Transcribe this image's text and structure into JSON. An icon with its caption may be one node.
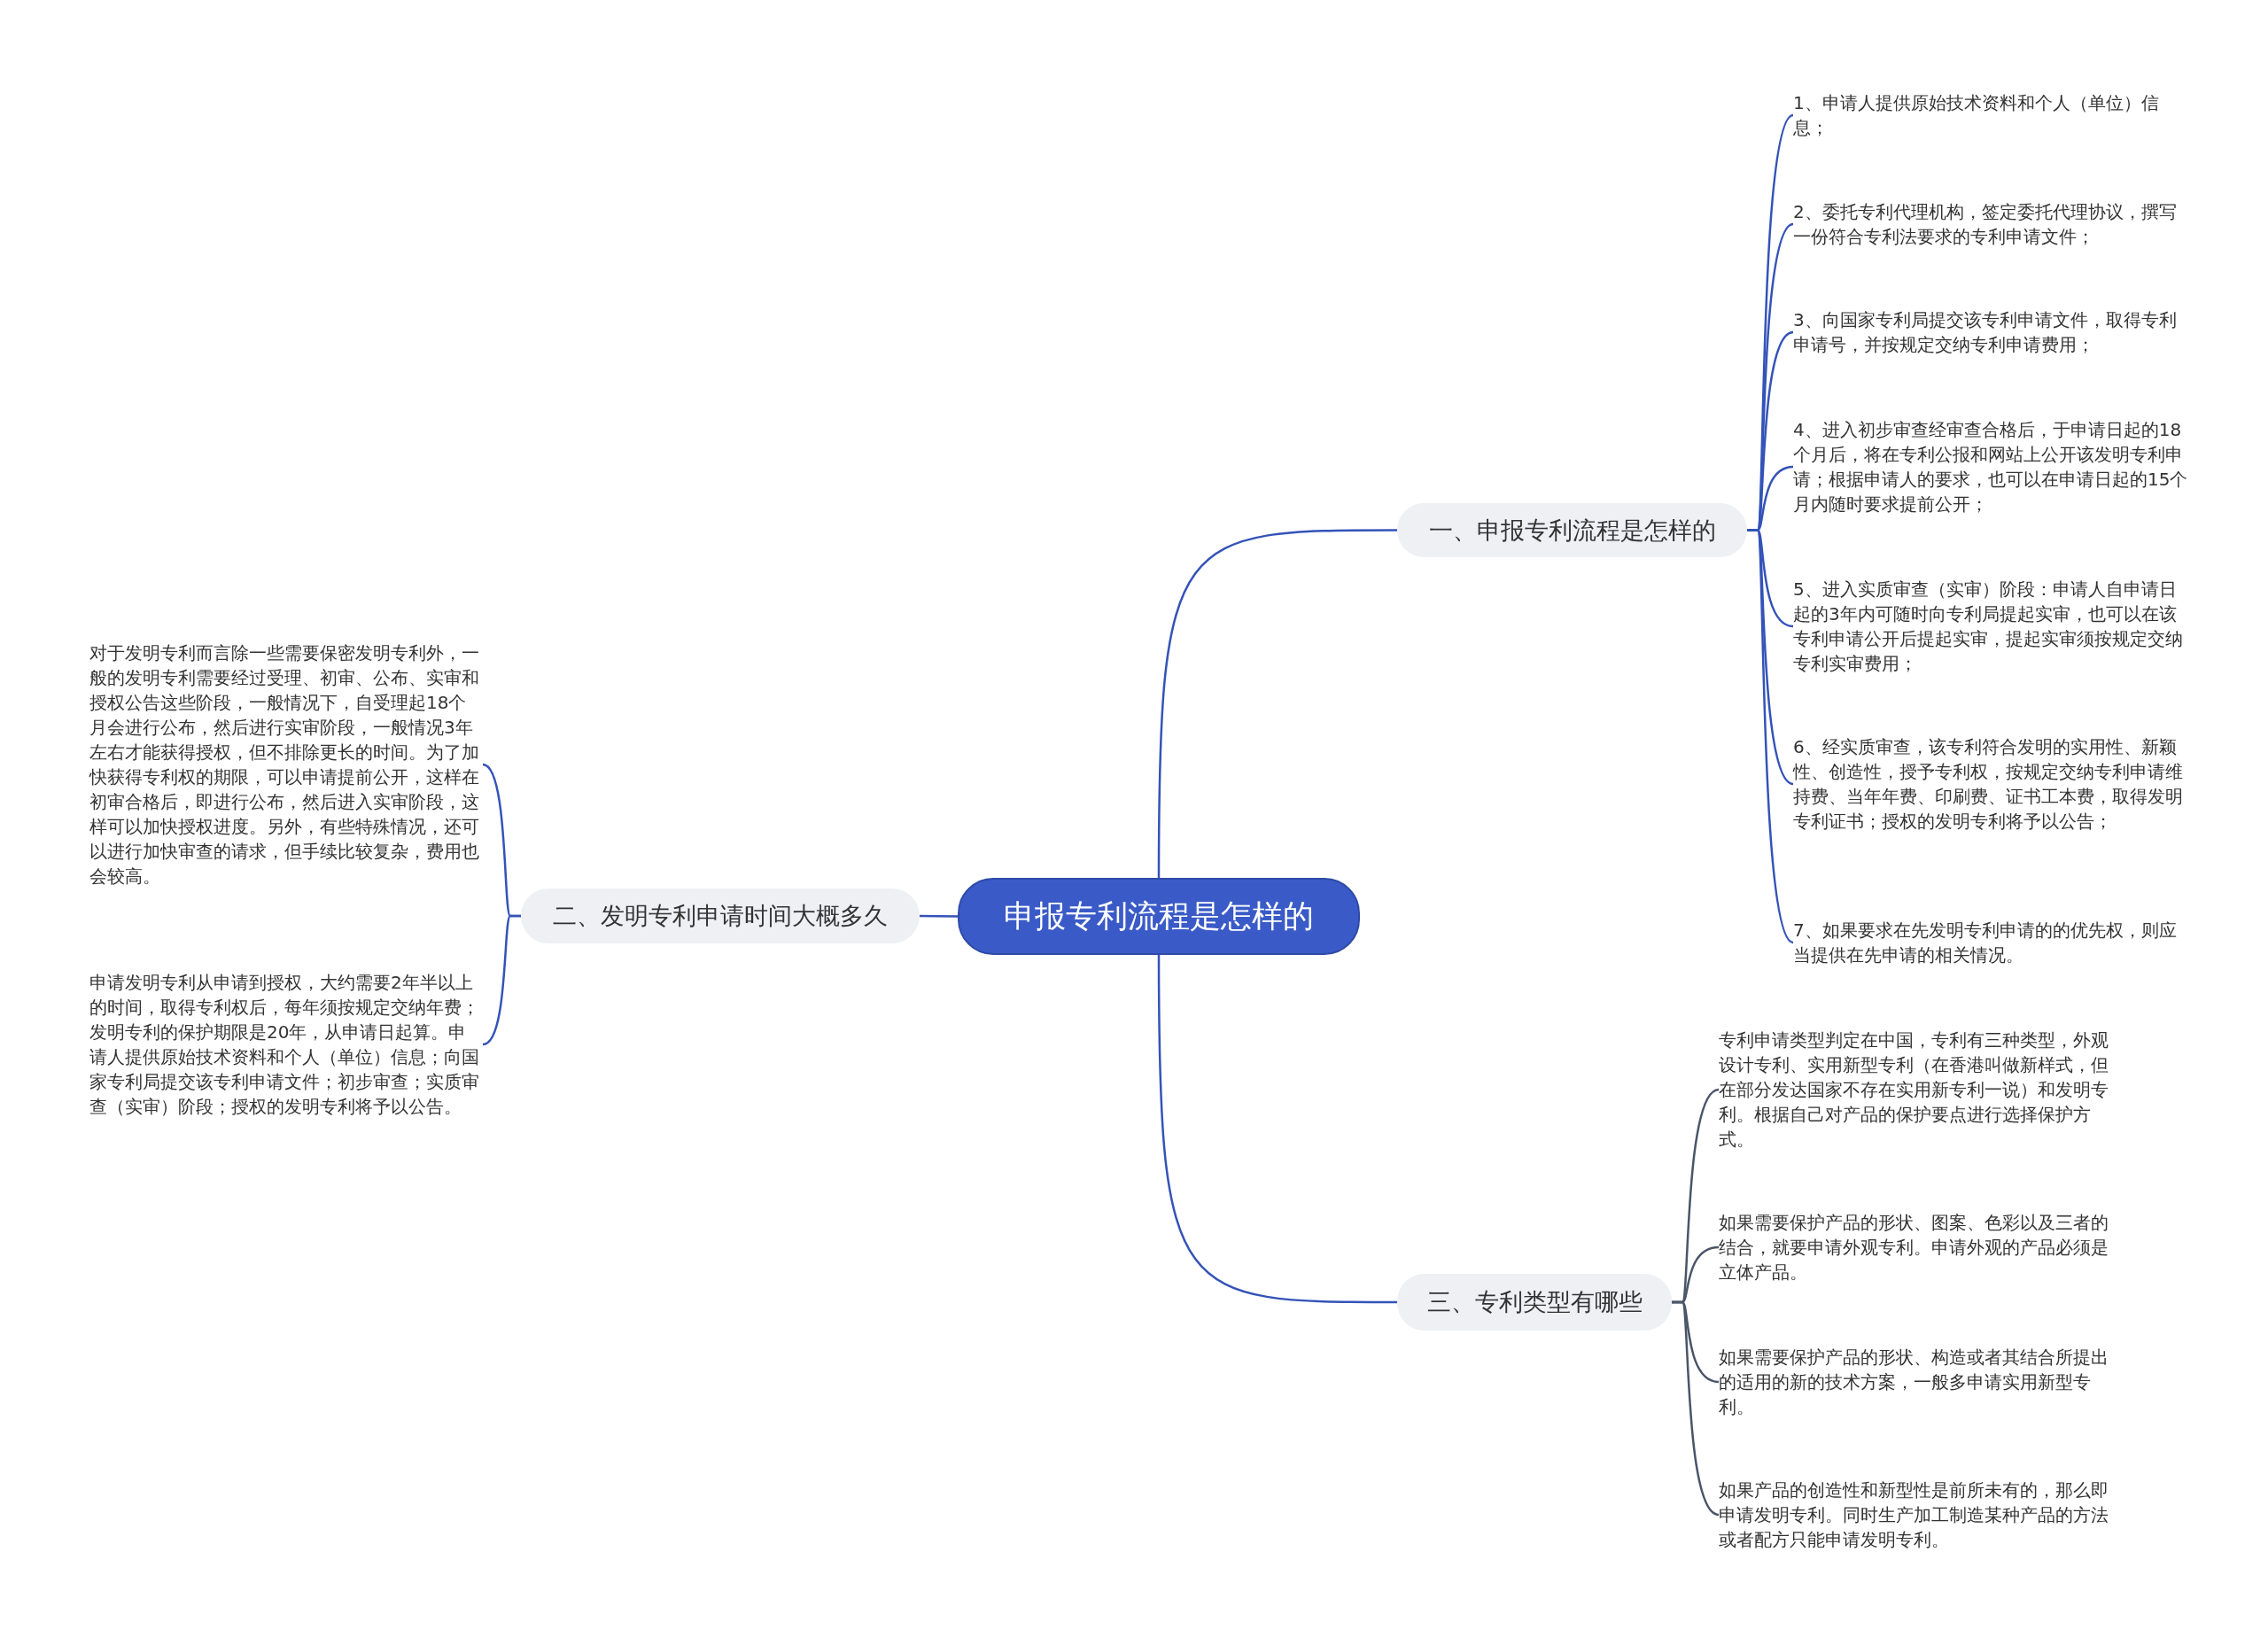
{
  "diagram": {
    "nodes": [
      {
        "text": [
          "申报专利流程是怎样的"
        ]
      },
      {
        "text": [
          "一、申报专利流程是怎样的"
        ]
      },
      {
        "text": [
          "1、申请人提供原始技术资料和个人（单位）信息；"
        ]
      },
      {
        "text": [
          "2、委托专利代理机构，签定委托代理协议，撰写一份符合专利法要求的专利申请文件；"
        ]
      },
      {
        "text": [
          "3、向国家专利局提交该专利申请文件，取得专利申请号，并按规定交纳专利申请费用；"
        ]
      },
      {
        "text": [
          "4、进入初步审查经审查合格后，于申请日起的18个月后，将在专利公报和网站上公开该发明专利申请；根据申请人的要求，也可以在申请日起的15个月内随时要求提前公开；"
        ]
      },
      {
        "text": [
          "5、进入实质审查（实审）阶段：申请人自申请日起的3年内可随时向专利局提起实审，也可以在该专利申请公开后提起实审，提起实审须按规定交纳专利实审费用；"
        ]
      },
      {
        "text": [
          "6、经实质审查，该专利符合发明的实用性、新颖性、创造性，授予专利权，按规定交纳专利申请维持费、当年年费、印刷费、证书工本费，取得发明专利证书；授权的发明专利将予以公告；"
        ]
      },
      {
        "text": [
          "7、如果要求在先发明专利申请的的优先权，则应当提供在先申请的相关情况。"
        ]
      },
      {
        "text": [
          "二、发明专利申请时间大概多久"
        ]
      },
      {
        "text": [
          "对于发明专利而言除一些需要保密发明专利外，一般的发明专利需要经过受理、初审、公布、实审和授权公告这些阶段，一般情况下，自受理起18个月会进行公布，然后进行实审阶段，一般情况3年左右才能获得授权，但不排除更长的时间。为了加快获得专利权的期限，可以申请提前公开，这样在初审合格后，即进行公布，然后进入实审阶段，这样可以加快授权进度。另外，有些特殊情况，还可以进行加快审查的请求，但手续比较复杂，费用也会较高。"
        ]
      },
      {
        "text": [
          "申请发明专利从申请到授权，大约需要2年半以上的时间，取得专利权后，每年须按规定交纳年费；发明专利的保护期限是20年，从申请日起算。申请人提供原始技术资料和个人（单位）信息；向国家专利局提交该专利申请文件；初步审查；实质审查（实审）阶段；授权的发明专利将予以公告。"
        ]
      },
      {
        "text": [
          "三、专利类型有哪些"
        ]
      },
      {
        "text": [
          "专利申请类型判定在中国，专利有三种类型，外观设计专利、实用新型专利（在香港叫做新样式，但在部分发达国家不存在实用新专利一说）和发明专利。根据自己对产品的保护要点进行选择保护方式。"
        ]
      },
      {
        "text": [
          "如果需要保护产品的形状、图案、色彩以及三者的结合，就要申请外观专利。申请外观的产品必须是立体产品。"
        ]
      },
      {
        "text": [
          "如果需要保护产品的形状、构造或者其结合所提出的适用的新的技术方案，一般多申请实用新型专利。"
        ]
      },
      {
        "text": [
          "如果产品的创造性和新型性是前所未有的，那么即申请发明专利。同时生产加工制造某种产品的方法或者配方只能申请发明专利。"
        ]
      }
    ],
    "edges": [
      {
        "from": 0,
        "to": 1,
        "arrow": "none"
      },
      {
        "from": 0,
        "to": 9,
        "arrow": "none"
      },
      {
        "from": 0,
        "to": 12,
        "arrow": "none"
      },
      {
        "from": 1,
        "to": 2,
        "arrow": "none"
      },
      {
        "from": 1,
        "to": 3,
        "arrow": "none"
      },
      {
        "from": 1,
        "to": 4,
        "arrow": "none"
      },
      {
        "from": 1,
        "to": 5,
        "arrow": "none"
      },
      {
        "from": 1,
        "to": 6,
        "arrow": "none"
      },
      {
        "from": 1,
        "to": 7,
        "arrow": "none"
      },
      {
        "from": 1,
        "to": 8,
        "arrow": "none"
      },
      {
        "from": 9,
        "to": 10,
        "arrow": "none"
      },
      {
        "from": 9,
        "to": 11,
        "arrow": "none"
      },
      {
        "from": 12,
        "to": 13,
        "arrow": "none",
        "color": "#4a5568"
      },
      {
        "from": 12,
        "to": 14,
        "arrow": "none",
        "color": "#4a5568"
      },
      {
        "from": 12,
        "to": 15,
        "arrow": "none",
        "color": "#4a5568"
      },
      {
        "from": 12,
        "to": 16,
        "arrow": "none",
        "color": "#4a5568"
      }
    ]
  }
}
